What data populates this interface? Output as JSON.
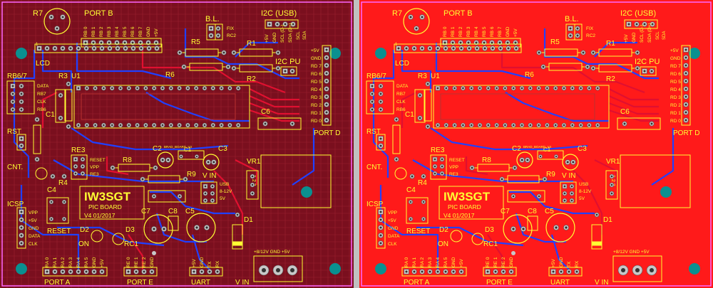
{
  "views": [
    {
      "name": "layout-view",
      "bg": "#7a0f1e",
      "grid": "#9a2030"
    },
    {
      "name": "copper-view",
      "bg": "#ff1a1a",
      "grid": "#ff1a1a"
    }
  ],
  "colors": {
    "silk": "#ffff33",
    "top_trace": "#e01030",
    "bottom_trace": "#2040ff",
    "pad": "#c8c8c8",
    "hole": "#0a9090"
  },
  "labels": {
    "r7": "R7",
    "port_b": "PORT B",
    "bl": "B.L.",
    "i2c_usb": "I2C (USB)",
    "fix": "FIX",
    "rc2": "RC2",
    "r5": "R5",
    "r1": "R1",
    "lcd": "LCD",
    "i2c_pu": "I2C PU",
    "r6": "R6",
    "r2": "R2",
    "rb67": "RB6/7",
    "r3": "R3",
    "u1": "U1",
    "c1": "C1",
    "c6": "C6",
    "rst": "RST",
    "port_d": "PORT D",
    "re3": "RE3",
    "reset_pin": "RESET",
    "vpp": "VPP",
    "re3_pin": "RE3",
    "r8": "R8",
    "c2": "C2",
    "c3": "C3",
    "vr1": "VR1",
    "cnt": "CNT.",
    "r9": "R9",
    "vin_small": "V IN",
    "r4": "R4",
    "c4": "C4",
    "usb": "USB",
    "v812": "8-12V",
    "v5": "5V",
    "brand": "IW3SGT",
    "brand_sub": "PIC BOARD",
    "brand_ver": "V4 01/2017",
    "icsp": "ICSP",
    "reset_btn": "RESET",
    "c7": "C7",
    "c8": "C8",
    "c5": "C5",
    "d1": "D1",
    "d2": "D2",
    "d3": "D3",
    "on": "ON",
    "rc1": "RC1",
    "port_a": "PORT A",
    "port_e": "PORT E",
    "uart": "UART",
    "vin": "V IN",
    "vin_hdr": "+8/12V  GND  +5V",
    "ref": "BRAD_BOARD_V4"
  },
  "rb67_pins": [
    "DATA",
    "RB7",
    "CLK",
    "RB6"
  ],
  "icsp_pins": [
    "VPP",
    "+5V",
    "GND",
    "DATA",
    "CLK"
  ],
  "port_b_pins": [
    "RB 0",
    "RB 1",
    "RB 2",
    "RB 3",
    "RB 4",
    "RB 5",
    "RB 6",
    "RB 7",
    "GND",
    "+5V"
  ],
  "port_d_pins": [
    "+5V",
    "GND",
    "RD 7",
    "RD 6",
    "RD 5",
    "RD 4",
    "RD 3",
    "RD 2",
    "RD 1",
    "RD 0"
  ],
  "i2c_pins": [
    "+5V",
    "GND",
    "SCL (D-)",
    "SDA (D+)"
  ],
  "port_a_pins": [
    "RA 0",
    "RA 1",
    "RA 2",
    "RA 3",
    "RA 4",
    "RA 5",
    "GND",
    "+5V"
  ],
  "port_e_pins": [
    "RE 0",
    "RE 1",
    "RE 2",
    "GND"
  ],
  "uart_pins": [
    "+5V",
    "GND",
    "TX",
    "RX"
  ],
  "i2c_pu_pins": [
    "SCL",
    "SDA"
  ],
  "vr1_pins": "1 2 3"
}
